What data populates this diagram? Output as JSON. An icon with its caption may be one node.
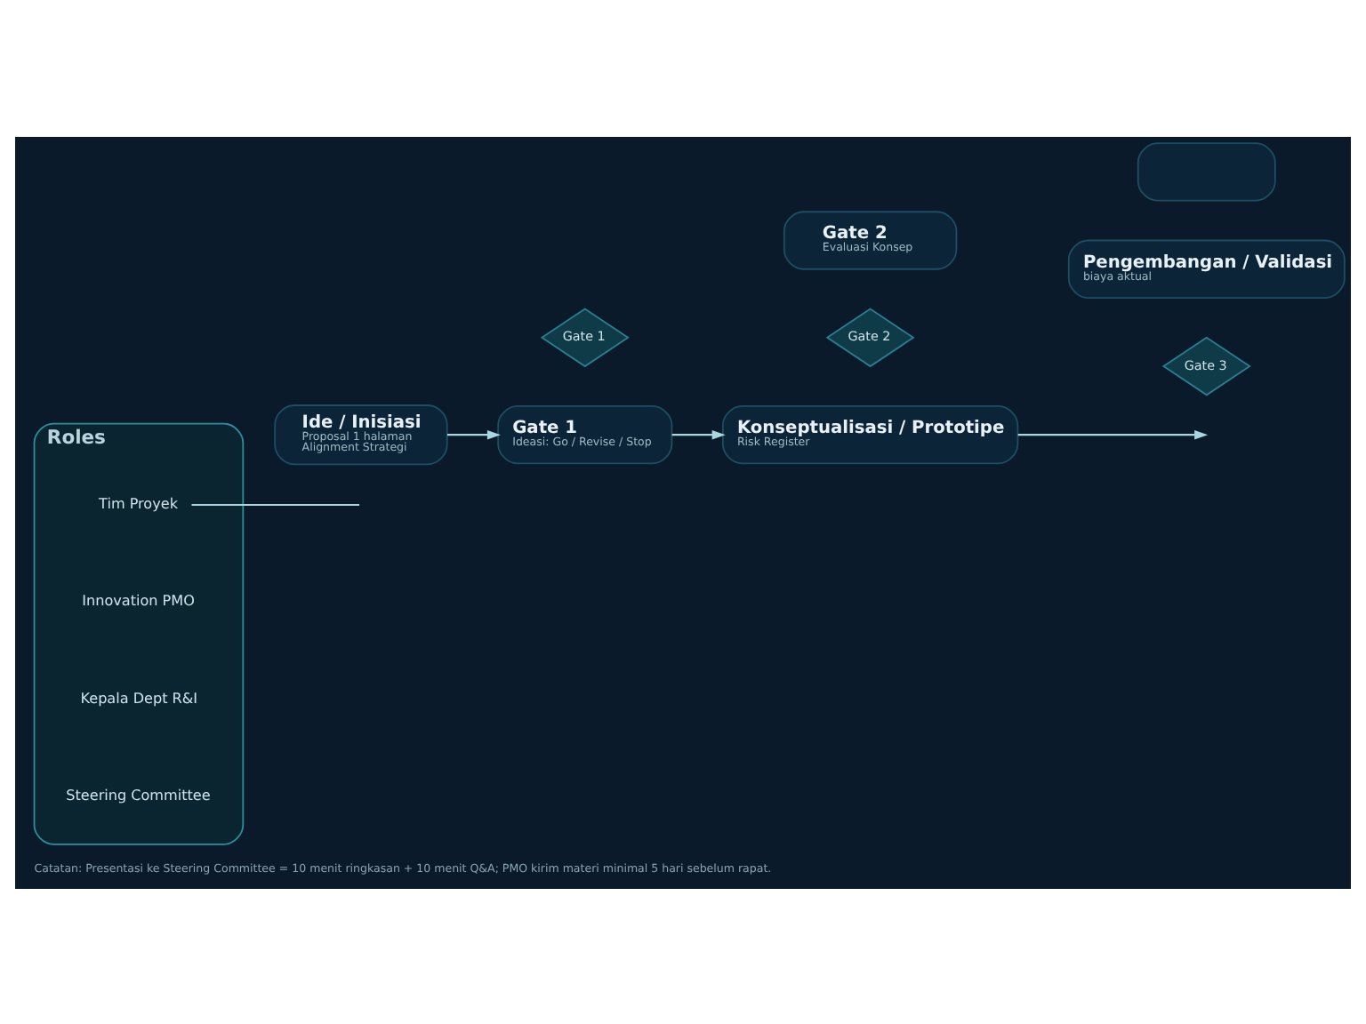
{
  "diagram": {
    "caption": "Catatan: Presentasi ke Steering Committee = 10 menit ringkasan + 10 menit Q&A; PMO kirim materi minimal 5 hari sebelum rapat.",
    "nodes": [
      {
        "text": [
          "Roles"
        ]
      },
      {
        "text": [
          "Tim Proyek"
        ],
        "in": 0
      },
      {
        "text": [
          "Innovation PMO"
        ],
        "in": 0
      },
      {
        "text": [
          "Kepala Dept R&I"
        ],
        "in": 0
      },
      {
        "text": [
          "Steering Committee"
        ],
        "in": 0
      },
      {
        "text": [
          "Ide / Inisiasi",
          "Proposal 1 halaman",
          "Alignment Strategi"
        ]
      },
      {
        "text": [
          "Gate 1"
        ]
      },
      {
        "text": [
          "Gate 1",
          "Ideasi: Go / Revise / Stop"
        ]
      },
      {
        "text": [
          "Konseptualisasi / Prototipe",
          "Risk Register"
        ]
      },
      {
        "text": [
          "Gate 3"
        ]
      },
      {
        "text": [
          "Gate 2"
        ]
      },
      {
        "text": [
          "Gate 2",
          "Evaluasi Konsep"
        ]
      },
      {
        "text": [
          "Pengembangan / Validasi",
          "biaya aktual"
        ]
      },
      {
        "text": [],
        "shape": "box"
      }
    ],
    "edges": [
      {
        "from": 5,
        "to": 7,
        "arrow": "to"
      },
      {
        "from": 7,
        "to": 8,
        "arrow": "to"
      },
      {
        "from": 8,
        "to": null,
        "arrow": "to"
      },
      {
        "from": 1,
        "to": null,
        "arrow": "none"
      }
    ]
  }
}
